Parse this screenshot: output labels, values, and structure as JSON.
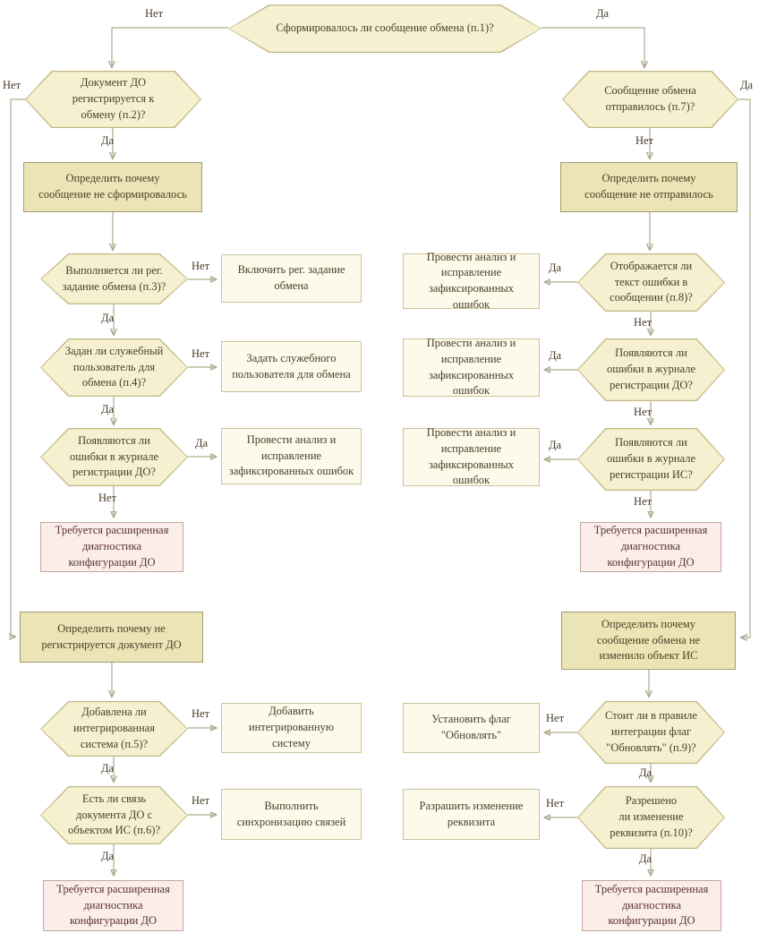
{
  "diagram": {
    "type": "flowchart",
    "language": "ru",
    "edge_labels": {
      "yes": "Да",
      "no": "Нет"
    },
    "colors": {
      "decision_fill": "#f5f0cf",
      "decision_border": "#c3b884",
      "stage_fill": "#eae4b6",
      "stage_border": "#a59c72",
      "action_fill": "#fcfaeb",
      "action_border": "#ccc39b",
      "alert_fill": "#fbede9",
      "alert_border": "#c4a69c",
      "connector": "#afaa8e",
      "text": "#4c3f26",
      "alert_text": "#5a3430"
    },
    "nodes": {
      "p1": "Сформировалось ли сообщение обмена (п.1)?",
      "p2": "Документ ДО\nрегистрируется к\nобмену (п.2)?",
      "p7": "Сообщение обмена\nотправилось (п.7)?",
      "define_not_formed": "Определить почему\nсообщение не сформировалось",
      "define_not_sent": "Определить почему\nсообщение не отправилось",
      "p3": "Выполняется ли рег.\nзадание обмена (п.3)?",
      "enable_reg_job": "Включить рег. задание\nобмена",
      "p4": "Задан ли служебный\nпользователь для\nобмена (п.4)?",
      "set_service_user": "Задать служебного\nпользователя для обмена",
      "errors_journal_do_left": "Появляются ли\nошибки в журнале\nрегистрации ДО?",
      "fix_errors_left": "Провести анализ и\nисправление\nзафиксированных ошибок",
      "diagnostics_left": "Требуется расширенная\nдиагностика\nконфигурации ДО",
      "define_not_registered": "Определить почему не\nрегистрируется документ ДО",
      "p5": "Добавлена ли\nинтегрированная\nсистема (п.5)?",
      "add_integrated_system": "Добавить\nинтегрированную\nсистему",
      "p6": "Есть ли связь\nдокумента ДО с\nобъектом ИС (п.6)?",
      "sync_links": "Выполнить\nсинхронизацию связей",
      "diagnostics_bottom_left": "Требуется расширенная\nдиагностика\nконфигурации ДО",
      "p8": "Отображается ли\nтекст ошибки в\nсообщении (п.8)?",
      "fix_errors_r1": "Провести анализ и\nисправление\nзафиксированных ошибок",
      "errors_journal_do_right": "Появляются ли\nошибки в журнале\nрегистрации ДО?",
      "fix_errors_r2": "Провести анализ и\nисправление\nзафиксированных ошибок",
      "errors_journal_is": "Появляются ли\nошибки в журнале\nрегистрации ИС?",
      "fix_errors_r3": "Провести анализ и\nисправление\nзафиксированных ошибок",
      "diagnostics_right": "Требуется расширенная\nдиагностика\nконфигурации ДО",
      "define_not_changed": "Определить почему\nсообщение обмена не\nизменило объект ИС",
      "p9": "Стоит ли в правиле\nинтеграции флаг\n\"Обновлять\" (п.9)?",
      "set_update_flag": "Установить флаг\n\"Обновлять\"",
      "p10": "Разрешено\nли изменение\nреквизита (п.10)?",
      "allow_attr_change": "Разрашить изменение\nреквизита",
      "diagnostics_bottom_right": "Требуется расширенная\nдиагностика\nконфигурации ДО"
    }
  }
}
